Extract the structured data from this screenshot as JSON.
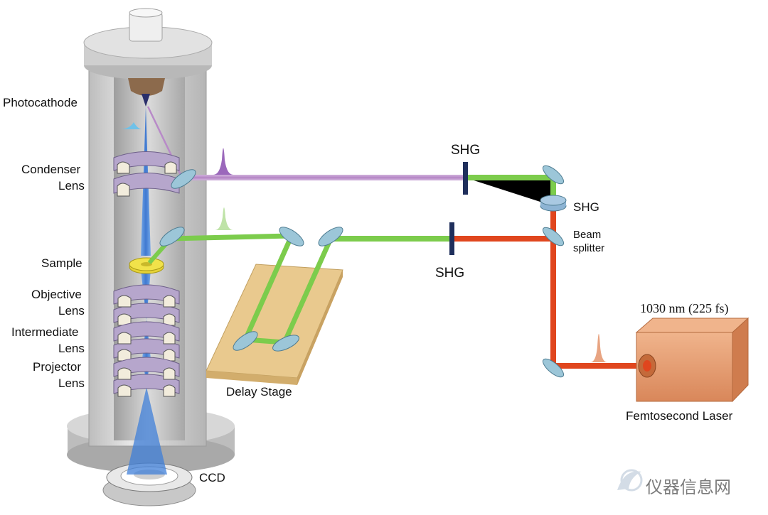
{
  "labels": {
    "photocathode": "Photocathode",
    "condenser_1": "Condenser",
    "condenser_2": "Lens",
    "sample": "Sample",
    "objective_1": "Objective",
    "objective_2": "Lens",
    "intermediate_1": "Intermediate",
    "intermediate_2": "Lens",
    "projector_1": "Projector",
    "projector_2": "Lens",
    "ccd": "CCD",
    "delay_stage": "Delay Stage",
    "shg_top": "SHG",
    "shg_right": "SHG",
    "shg_lower": "SHG",
    "beam_splitter_1": "Beam",
    "beam_splitter_2": "splitter",
    "laser_spec": "1030 nm (225 fs)",
    "laser_name": "Femtosecond Laser",
    "watermark": "仪器信息网"
  },
  "colors": {
    "uv_beam": "#b88ac8",
    "green_beam": "#7ccc4c",
    "red_beam": "#e0461e",
    "electron_beam": "#3f7fd8",
    "laser_body": "#e89a70",
    "delay_stage": "#e9c98e",
    "column": "#cfcfcf",
    "lens": "#b6a6cc",
    "mirror": "#9cc6d8",
    "shg_crystal": "#1f2f5c",
    "sample_disk": "#f1e24a"
  },
  "icons": {
    "mirror": "mirror-icon",
    "shg": "shg-crystal-icon",
    "pulse": "pulse-icon",
    "watermark": "watermark-logo-icon"
  }
}
